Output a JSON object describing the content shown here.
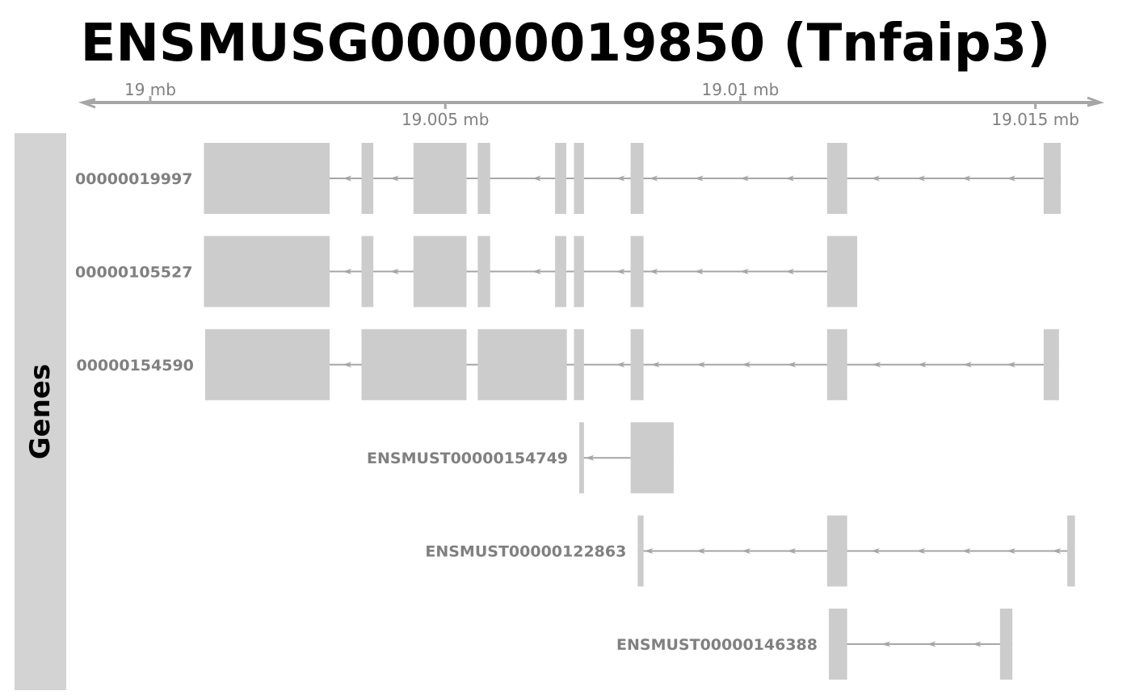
{
  "title": "ENSMUSG00000019850 (Tnfaip3)",
  "track_label": "Genes",
  "colors": {
    "exon": "#cccccc",
    "intron": "#a6a6a6",
    "axis": "#a6a6a6",
    "text": "#808080",
    "panel": "#d3d3d3"
  },
  "axis": {
    "unit": "mb",
    "range_mb": [
      18.99885,
      19.0161
    ],
    "strand": "minus",
    "ticks": [
      {
        "pos": 19.0,
        "label": "19 mb",
        "side": "above"
      },
      {
        "pos": 19.005,
        "label": "19.005 mb",
        "side": "below"
      },
      {
        "pos": 19.01,
        "label": "19.01 mb",
        "side": "above"
      },
      {
        "pos": 19.015,
        "label": "19.015 mb",
        "side": "below"
      }
    ]
  },
  "transcripts": [
    {
      "label": "00000019997",
      "exons": [
        [
          19.00091,
          19.00304
        ],
        [
          19.00358,
          19.00378
        ],
        [
          19.00446,
          19.00536
        ],
        [
          19.00555,
          19.00576
        ],
        [
          19.00686,
          19.00705
        ],
        [
          19.00718,
          19.00735
        ],
        [
          19.00814,
          19.00836
        ],
        [
          19.01147,
          19.01181
        ],
        [
          19.01514,
          19.01543
        ]
      ],
      "arrows": [
        19.00333,
        19.00413,
        19.00654,
        19.00796,
        19.00852,
        19.00929,
        19.01006,
        19.01083,
        19.01228,
        19.01305,
        19.01382,
        19.01458
      ]
    },
    {
      "label": "00000105527",
      "exons": [
        [
          19.00091,
          19.00304
        ],
        [
          19.00358,
          19.00378
        ],
        [
          19.00446,
          19.00536
        ],
        [
          19.00555,
          19.00576
        ],
        [
          19.00686,
          19.00705
        ],
        [
          19.00718,
          19.00735
        ],
        [
          19.00814,
          19.00836
        ],
        [
          19.01147,
          19.01198
        ]
      ],
      "arrows": [
        19.00333,
        19.00413,
        19.00654,
        19.00796,
        19.00852,
        19.00929,
        19.01006,
        19.01083
      ]
    },
    {
      "label": "00000154590",
      "exons": [
        [
          19.00093,
          19.00304
        ],
        [
          19.00358,
          19.00536
        ],
        [
          19.00555,
          19.00706
        ],
        [
          19.00718,
          19.00735
        ],
        [
          19.00814,
          19.00836
        ],
        [
          19.01147,
          19.01181
        ],
        [
          19.01514,
          19.0154
        ]
      ],
      "arrows": [
        19.00333,
        19.00796,
        19.00855,
        19.00932,
        19.01009,
        19.01086,
        19.0123,
        19.01307,
        19.01384,
        19.01458
      ]
    },
    {
      "label": "ENSMUST00000154749",
      "exons": [
        [
          19.00727,
          19.00735
        ],
        [
          19.00814,
          19.00887
        ]
      ],
      "arrows": [
        19.00744
      ]
    },
    {
      "label": "ENSMUST00000122863",
      "exons": [
        [
          19.00826,
          19.00836
        ],
        [
          19.01147,
          19.01181
        ],
        [
          19.01554,
          19.01567
        ]
      ],
      "arrows": [
        19.00844,
        19.00932,
        19.01009,
        19.01086,
        19.01228,
        19.01305,
        19.01382,
        19.01458,
        19.01535
      ]
    },
    {
      "label": "ENSMUST00000146388",
      "exons": [
        [
          19.0115,
          19.01181
        ],
        [
          19.0144,
          19.01461
        ]
      ],
      "arrows": [
        19.01246,
        19.01323,
        19.014
      ]
    }
  ]
}
